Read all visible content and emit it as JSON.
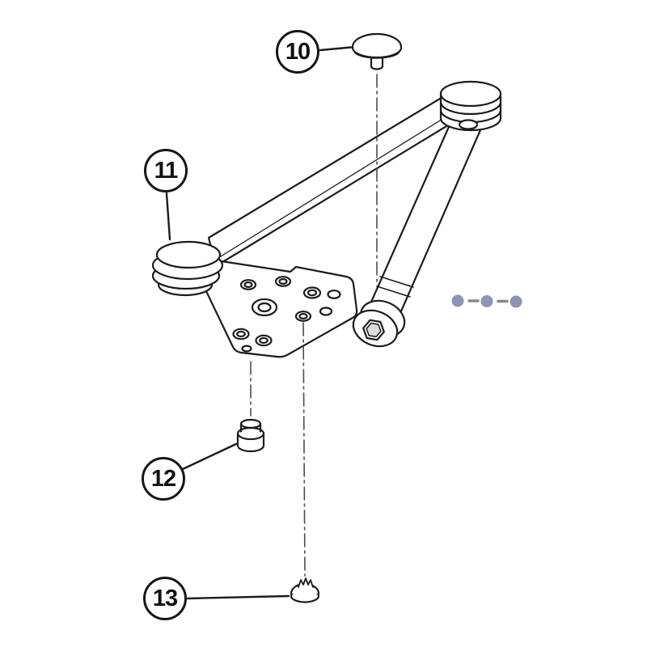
{
  "diagram": {
    "callouts": [
      {
        "label": "10"
      },
      {
        "label": "11"
      },
      {
        "label": "12"
      },
      {
        "label": "13"
      }
    ],
    "colors": {
      "line": "#1c1c1c",
      "accent_dots": "#8e94b6",
      "dash": "#888888",
      "background": "#ffffff"
    }
  }
}
